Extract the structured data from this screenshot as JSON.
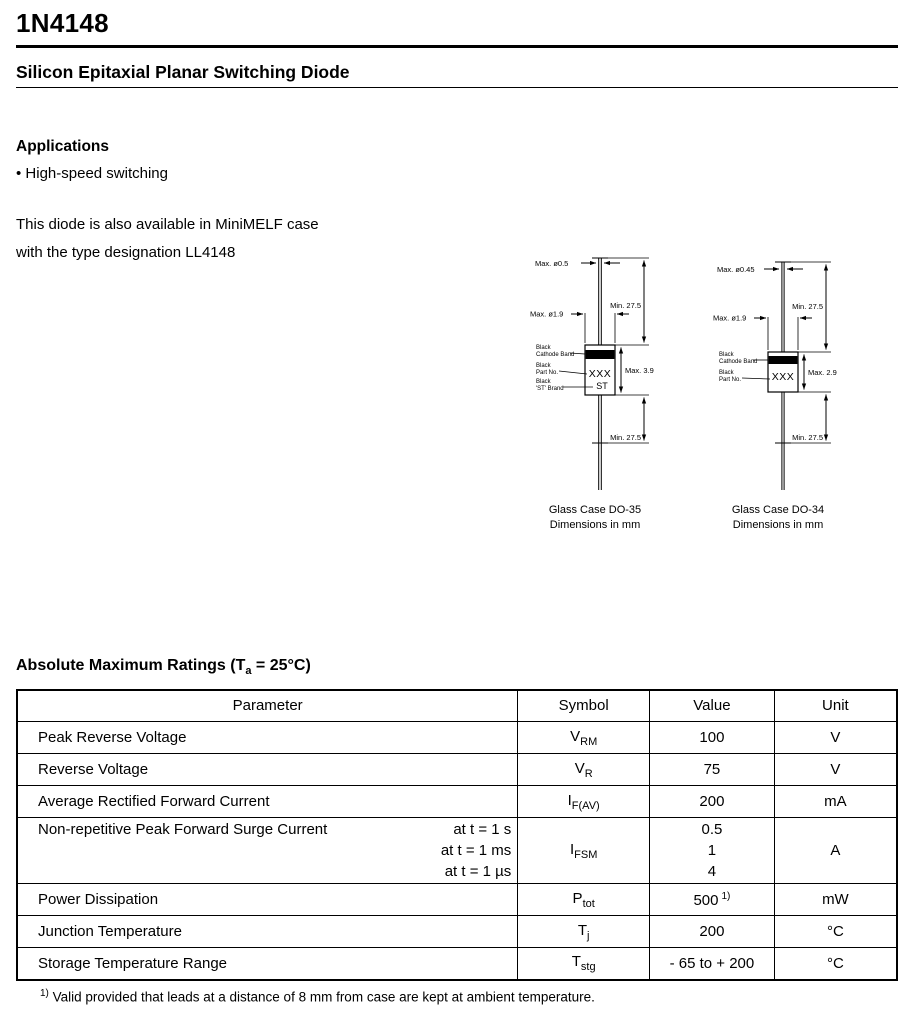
{
  "header": {
    "title": "1N4148",
    "subtitle": "Silicon Epitaxial Planar Switching Diode"
  },
  "applications": {
    "heading": "Applications",
    "item": "• High-speed switching"
  },
  "note": {
    "line1": "This diode is also available in MiniMELF case",
    "line2": "with the type designation LL4148"
  },
  "diagram_left": {
    "lead_dia": "Max. ø0.5",
    "lead_len_top": "Min. 27.5",
    "body_dia": "Max. ø1.9",
    "band_label_1": "Black",
    "band_label_2": "Cathode Band",
    "part_label_1": "Black",
    "part_label_2": "Part No.",
    "brand_label_1": "Black",
    "brand_label_2": "'ST' Brand",
    "marking_top": "XXX",
    "marking_bottom": "ST",
    "body_len": "Max. 3.9",
    "lead_len_bottom": "Min. 27.5",
    "caption_1": "Glass Case DO-35",
    "caption_2": "Dimensions in mm"
  },
  "diagram_right": {
    "lead_dia": "Max. ø0.45",
    "lead_len_top": "Min. 27.5",
    "body_dia": "Max. ø1.9",
    "band_label_1": "Black",
    "band_label_2": "Cathode Band",
    "part_label_1": "Black",
    "part_label_2": "Part No.",
    "marking_top": "XXX",
    "body_len": "Max. 2.9",
    "lead_len_bottom": "Min. 27.5",
    "caption_1": "Glass Case DO-34",
    "caption_2": "Dimensions in mm"
  },
  "ratings": {
    "heading_pre": "Absolute Maximum Ratings (T",
    "heading_sub": "a",
    "heading_post": " = 25°C)",
    "columns": [
      "Parameter",
      "Symbol",
      "Value",
      "Unit"
    ],
    "rows": [
      {
        "param": "Peak Reverse Voltage",
        "sym": "V",
        "sub": "RM",
        "value": "100",
        "unit": "V"
      },
      {
        "param": "Reverse Voltage",
        "sym": "V",
        "sub": "R",
        "value": "75",
        "unit": "V"
      },
      {
        "param": "Average Rectified Forward Current",
        "sym": "I",
        "sub": "F(AV)",
        "value": "200",
        "unit": "mA"
      },
      {
        "param": "Non-repetitive Peak Forward Surge Current",
        "cond1": "at t = 1 s",
        "cond2": "at t = 1 ms",
        "cond3": "at t = 1 µs",
        "sym": "I",
        "sub": "FSM",
        "value1": "0.5",
        "value2": "1",
        "value3": "4",
        "unit": "A"
      },
      {
        "param": "Power Dissipation",
        "sym": "P",
        "sub": "tot",
        "value": "500",
        "note": "1)",
        "unit": "mW"
      },
      {
        "param": "Junction Temperature",
        "sym": "T",
        "sub": "j",
        "value": "200",
        "unit": "°C"
      },
      {
        "param": "Storage Temperature Range",
        "sym": "T",
        "sub": "stg",
        "value": "- 65 to + 200",
        "unit": "°C"
      }
    ]
  },
  "footnote": {
    "marker": "1)",
    "text": " Valid provided that leads at a distance of 8 mm from case are kept at ambient temperature."
  }
}
